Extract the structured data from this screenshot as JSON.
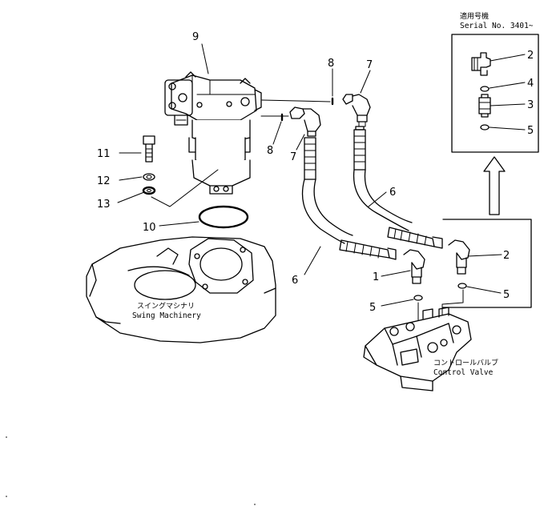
{
  "serial_box": {
    "title_jp": "適用号機",
    "serial_text": "Serial  No. 3401~"
  },
  "callouts": {
    "c9": "9",
    "c8a": "8",
    "c7a": "7",
    "c8b": "8",
    "c7b": "7",
    "c11": "11",
    "c12": "12",
    "c13": "13",
    "c10": "10",
    "c6a": "6",
    "c6b": "6",
    "c1": "1",
    "c5a": "5",
    "c2a": "2",
    "c5b": "5",
    "c2b": "2",
    "c4": "4",
    "c3": "3",
    "c5c": "5"
  },
  "labels": {
    "swing_jp": "スイングマシナリ",
    "swing_en": "Swing  Machinery",
    "valve_jp": "コントロールバルブ",
    "valve_en": "Control  Valve"
  }
}
